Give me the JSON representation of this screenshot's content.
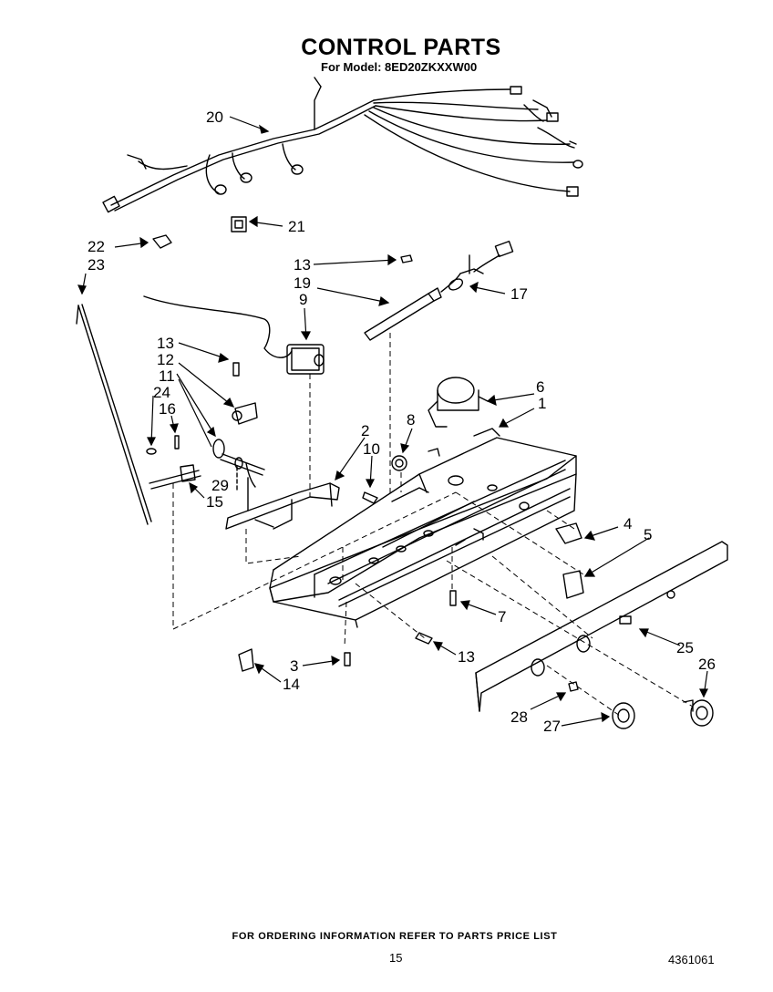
{
  "header": {
    "title": "CONTROL PARTS",
    "subtitle": "For Model: 8ED20ZKXXW00"
  },
  "callouts": [
    "20",
    "21",
    "22",
    "23",
    "13",
    "19",
    "17",
    "9",
    "13",
    "12",
    "11",
    "24",
    "16",
    "6",
    "1",
    "8",
    "2",
    "10",
    "29",
    "15",
    "4",
    "5",
    "7",
    "25",
    "26",
    "3",
    "14",
    "13",
    "28",
    "27"
  ],
  "footer": {
    "ordering_info": "FOR ORDERING INFORMATION REFER TO PARTS PRICE LIST",
    "page_number": "15",
    "document_number": "4361061"
  }
}
